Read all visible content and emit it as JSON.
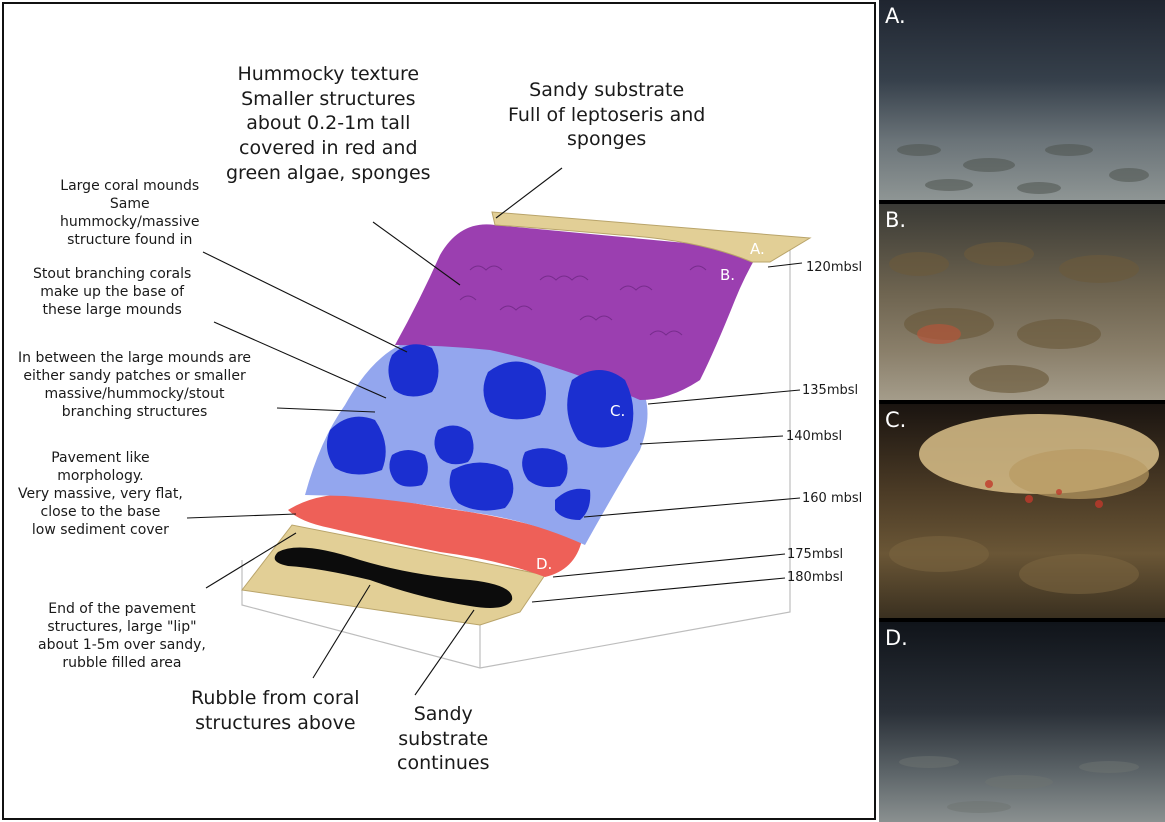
{
  "labels": {
    "hummocky": "Hummocky texture\nSmaller structures\nabout 0.2-1m tall\ncovered in red and\ngreen algae, sponges",
    "sandy_top": "Sandy substrate\nFull of leptoseris and\nsponges",
    "large_mounds": "Large coral mounds\nSame\nhummocky/massive\nstructure found in",
    "stout": "Stout branching corals\nmake up the base of\nthese large mounds",
    "in_between": "In between the large mounds are\neither sandy patches or smaller\nmassive/hummocky/stout\nbranching structures",
    "pavement": "Pavement like\nmorphology.\nVery massive, very flat,\nclose to the base\nlow sediment cover",
    "end_pavement": "End of the pavement\nstructures, large \"lip\"\nabout 1-5m over sandy,\nrubble filled area",
    "rubble": "Rubble from coral\nstructures above",
    "sandy_continues": "Sandy\nsubstrate\ncontinues"
  },
  "depths": {
    "d120": "120mbsl",
    "d135": "135mbsl",
    "d140": "140mbsl",
    "d160": "160 mbsl",
    "d175": "175mbsl",
    "d180": "180mbsl"
  },
  "pins": {
    "a": "A.",
    "b": "B.",
    "c": "C.",
    "d": "D."
  },
  "photos": [
    {
      "letter": "A."
    },
    {
      "letter": "B."
    },
    {
      "letter": "C."
    },
    {
      "letter": "D."
    }
  ],
  "colors": {
    "sand": "#e2cf96",
    "algae_zone": "#9b3fb0",
    "mound_zone": "#93a6ee",
    "mound": "#1b2fd0",
    "pavement": "#ee6058",
    "rubble": "#0c0c0c"
  }
}
